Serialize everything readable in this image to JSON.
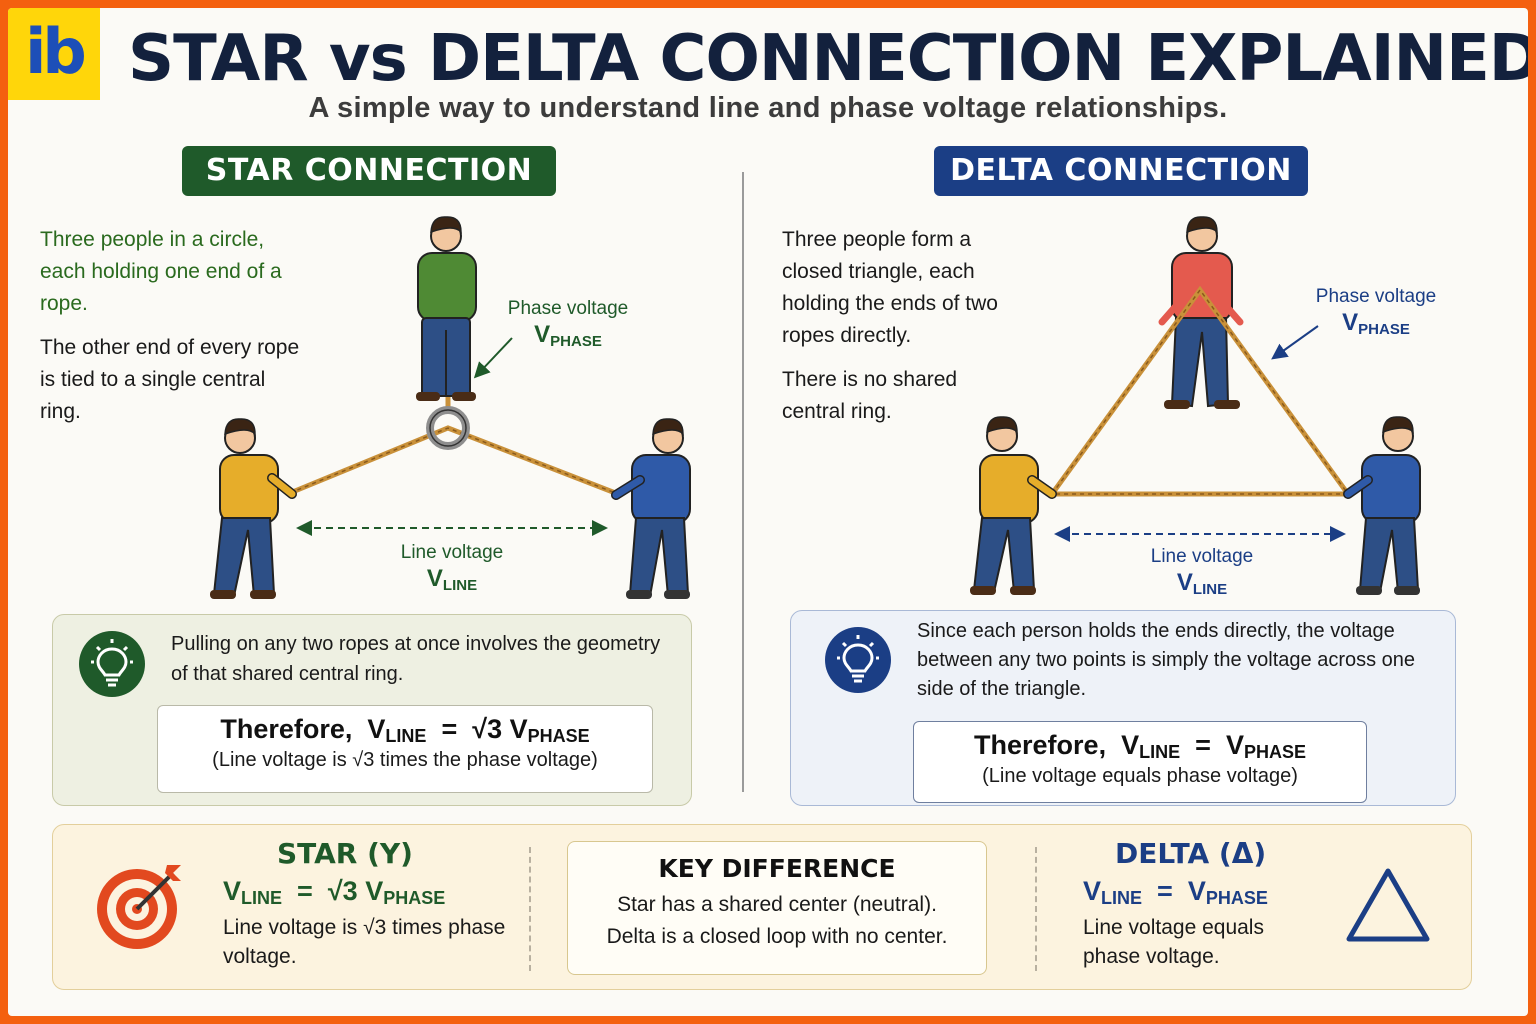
{
  "logo": "ib",
  "title": "STAR vs DELTA CONNECTION EXPLAINED",
  "subtitle": "A simple way to understand line and phase voltage relationships.",
  "star": {
    "banner": "STAR CONNECTION",
    "desc1": "Three people in a circle, each holding one end of a rope.",
    "desc2": "The other end of every rope is tied to a single central ring.",
    "phase_label": "Phase voltage",
    "phase_symbol": "V",
    "phase_sub": "PHASE",
    "line_label": "Line voltage",
    "line_symbol": "V",
    "line_sub": "LINE",
    "info": "Pulling on any two ropes at once involves the geometry of that shared central ring.",
    "therefore": "Therefore,",
    "formula_eq": "=",
    "formula_coef": "√3",
    "formula_note": "(Line voltage is √3 times the phase voltage)"
  },
  "delta": {
    "banner": "DELTA CONNECTION",
    "desc1": "Three people form a closed triangle, each holding the ends of two ropes directly.",
    "desc2": "There is no shared central ring.",
    "phase_label": "Phase voltage",
    "phase_symbol": "V",
    "phase_sub": "PHASE",
    "line_label": "Line voltage",
    "line_symbol": "V",
    "line_sub": "LINE",
    "info": "Since each person holds the ends directly, the voltage between any two points is simply the voltage across one side of the triangle.",
    "therefore": "Therefore,",
    "formula_eq": "=",
    "formula_note": "(Line voltage equals phase voltage)"
  },
  "summary": {
    "star_head": "STAR (Y)",
    "star_eq": "=",
    "star_coef": "√3",
    "star_text": "Line voltage is √3 times phase voltage.",
    "key_head": "KEY DIFFERENCE",
    "key_line1": "Star has a shared center (neutral).",
    "key_line2": "Delta is a closed loop with no center.",
    "delta_head": "DELTA (Δ)",
    "delta_eq": "=",
    "delta_text": "Line voltage equals phase voltage.",
    "v": "V",
    "sub_line": "LINE",
    "sub_phase": "PHASE"
  },
  "colors": {
    "border": "#f4600f",
    "star_green": "#1f5a2a",
    "delta_blue": "#1b3e85",
    "title_navy": "#13213d",
    "rope": "#c9913a",
    "target_red": "#e2491f"
  }
}
